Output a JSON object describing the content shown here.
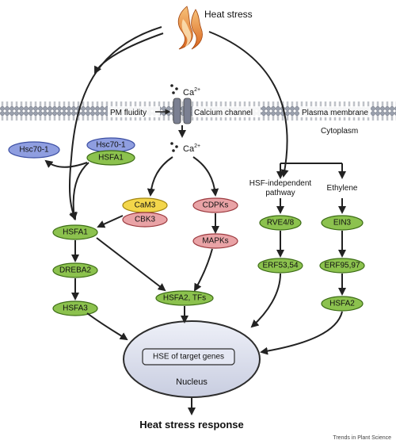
{
  "title": "Heat stress",
  "ca_label": "Ca",
  "ca_superscript": "2+",
  "pm_fluidity": "PM fluidity",
  "calcium_channel": "Calcium channel",
  "plasma_membrane": "Plasma membrane",
  "cytoplasm": "Cytoplasm",
  "hsc70_free": "Hsc70-1",
  "hsc70_complex": "Hsc70-1",
  "hsfa1_complex": "HSFA1",
  "cam3": "CaM3",
  "cbk3": "CBK3",
  "cdpks": "CDPKs",
  "mapks": "MAPKs",
  "hsf_independent": [
    "HSF-independent",
    "pathway"
  ],
  "ethylene": "Ethylene",
  "rve48": "RVE4/8",
  "ein3": "EIN3",
  "erf5354": "ERF53,54",
  "erf9597": "ERF95,97",
  "hsfa2_right": "HSFA2",
  "hsfa1": "HSFA1",
  "dreba2": "DREBA2",
  "hsfa3": "HSFA3",
  "hsfa2_tfs": "HSFA2, TFs",
  "hse": "HSE of target genes",
  "nucleus": "Nucleus",
  "response": "Heat stress response",
  "credit": "Trends in Plant Science",
  "colors": {
    "green": "#8cc24e",
    "pink": "#e9a3a6",
    "yellow": "#f3d64a",
    "blue": "#8f9ee0",
    "membrane": "#c9ccd6",
    "flame": "#e8883a"
  }
}
